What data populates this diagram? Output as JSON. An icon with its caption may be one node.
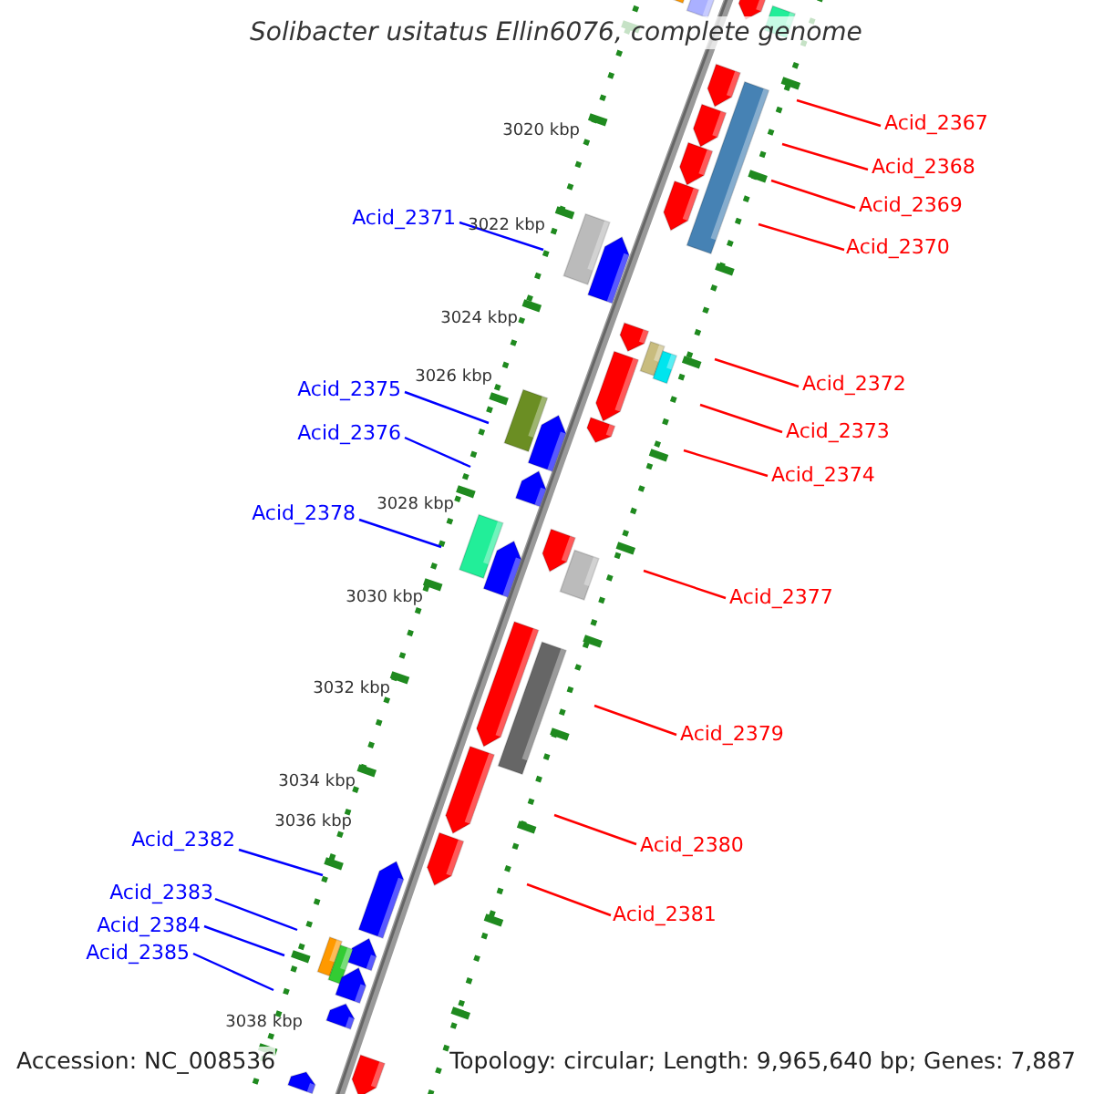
{
  "diagram": {
    "title": "Solibacter usitatus Ellin6076, complete genome",
    "nodes": [
      {
        "text": [
          "Acid_2367"
        ]
      },
      {
        "text": [
          "Acid_2368"
        ]
      },
      {
        "text": [
          "Acid_2369"
        ]
      },
      {
        "text": [
          "Acid_2370"
        ]
      },
      {
        "text": [
          "Acid_2371"
        ]
      },
      {
        "text": [
          "Acid_2372"
        ]
      },
      {
        "text": [
          "Acid_2373"
        ]
      },
      {
        "text": [
          "Acid_2374"
        ]
      },
      {
        "text": [
          "Acid_2375"
        ]
      },
      {
        "text": [
          "Acid_2376"
        ]
      },
      {
        "text": [
          "Acid_2377"
        ]
      },
      {
        "text": [
          "Acid_2378"
        ]
      },
      {
        "text": [
          "Acid_2379"
        ]
      },
      {
        "text": [
          "Acid_2380"
        ]
      },
      {
        "text": [
          "Acid_2381"
        ]
      },
      {
        "text": [
          "Acid_2382"
        ]
      },
      {
        "text": [
          "Acid_2383"
        ]
      },
      {
        "text": [
          "Acid_2384"
        ]
      },
      {
        "text": [
          "Acid_2385"
        ]
      }
    ],
    "edges": [
      {
        "from": 0,
        "to": null,
        "arrow": "none"
      },
      {
        "from": 1,
        "to": null,
        "arrow": "none"
      },
      {
        "from": 2,
        "to": null,
        "arrow": "none"
      },
      {
        "from": 3,
        "to": null,
        "arrow": "none"
      },
      {
        "from": 4,
        "to": null,
        "arrow": "none",
        "color": "#0000ff"
      },
      {
        "from": 5,
        "to": null,
        "arrow": "none"
      },
      {
        "from": 6,
        "to": null,
        "arrow": "none"
      },
      {
        "from": 7,
        "to": null,
        "arrow": "none"
      },
      {
        "from": 8,
        "to": null,
        "arrow": "none",
        "color": "#0000ff"
      },
      {
        "from": 9,
        "to": null,
        "arrow": "none",
        "color": "#0000ff"
      },
      {
        "from": 10,
        "to": null,
        "arrow": "none"
      },
      {
        "from": 11,
        "to": null,
        "arrow": "none",
        "color": "#0000ff"
      },
      {
        "from": 12,
        "to": null,
        "arrow": "none"
      },
      {
        "from": 13,
        "to": null,
        "arrow": "none"
      },
      {
        "from": 14,
        "to": null,
        "arrow": "none"
      },
      {
        "from": 15,
        "to": null,
        "arrow": "none",
        "color": "#0000ff"
      },
      {
        "from": 16,
        "to": null,
        "arrow": "none",
        "color": "#0000ff"
      },
      {
        "from": 17,
        "to": null,
        "arrow": "none",
        "color": "#0000ff"
      },
      {
        "from": 18,
        "to": null,
        "arrow": "none",
        "color": "#0000ff"
      }
    ],
    "labels": [
      "3020 kbp",
      "3022 kbp",
      "3024 kbp",
      "3026 kbp",
      "3028 kbp",
      "3030 kbp",
      "3032 kbp",
      "3034 kbp",
      "3036 kbp",
      "3038 kbp",
      "Accession: NC_008536",
      "Topology: circular; Length: 9,965,640 bp; Genes: 7,887"
    ]
  }
}
